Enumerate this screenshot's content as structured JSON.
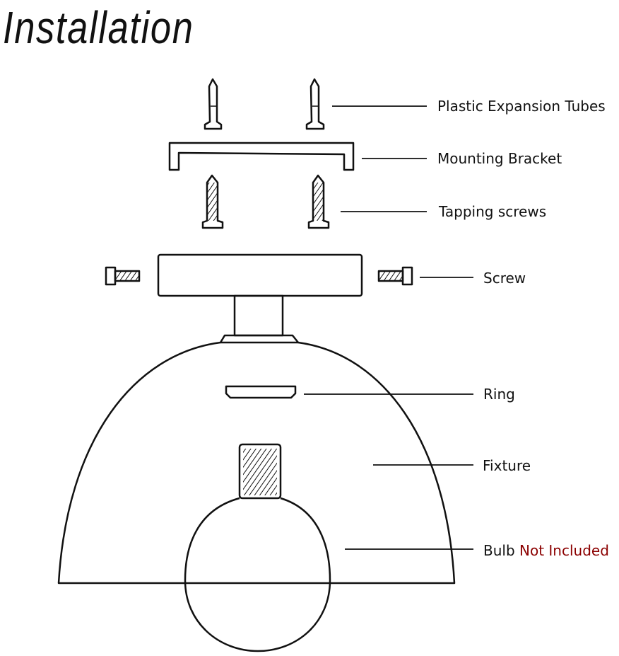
{
  "title": "Installation",
  "labels": {
    "expansion_tubes": "Plastic Expansion Tubes",
    "mounting_bracket": "Mounting Bracket",
    "tapping_screws": "Tapping screws",
    "screw": "Screw",
    "ring": "Ring",
    "fixture": "Fixture",
    "bulb": "Bulb",
    "bulb_note": "Not Included"
  },
  "colors": {
    "line": "#111111",
    "note": "#8b0000"
  }
}
